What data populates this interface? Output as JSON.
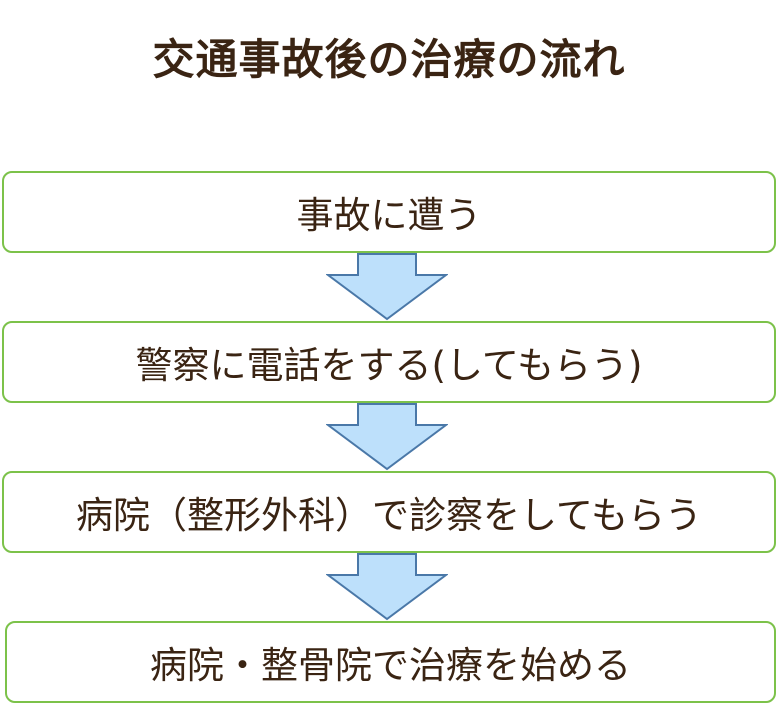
{
  "title": "交通事故後の治療の流れ",
  "steps": [
    {
      "label": "事故に遭う"
    },
    {
      "label": "警察に電話をする(してもらう)"
    },
    {
      "label": "病院（整形外科）で診察をしてもらう"
    },
    {
      "label": "病院・整骨院で治療を始める"
    }
  ],
  "colors": {
    "text": "#3a2413",
    "box_border": "#7cc24a",
    "arrow_fill": "#bde0fb",
    "arrow_stroke": "#4a78a8"
  }
}
